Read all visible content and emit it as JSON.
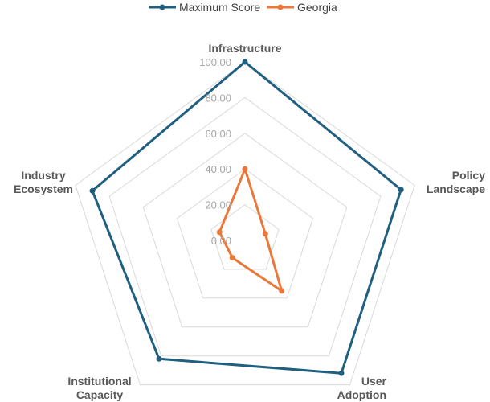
{
  "chart_data": {
    "type": "radar",
    "categories": [
      [
        "Infrastructure"
      ],
      [
        "Policy",
        "Landscape"
      ],
      [
        "User",
        "Adoption"
      ],
      [
        "Institutional",
        "Capacity"
      ],
      [
        "Industry",
        "Ecosystem"
      ]
    ],
    "series": [
      {
        "name": "Maximum Score",
        "values": [
          100,
          92,
          92,
          82,
          90
        ],
        "color": "#1f5f7f"
      },
      {
        "name": "Georgia",
        "values": [
          40,
          12,
          35,
          12,
          15
        ],
        "color": "#e8793a"
      }
    ],
    "rlim": [
      0,
      100
    ],
    "ticks": [
      "0.00",
      "20.00",
      "40.00",
      "60.00",
      "80.00",
      "100.00"
    ],
    "grid": true,
    "grid_color": "#d9d9d9",
    "legend_position": "top"
  }
}
